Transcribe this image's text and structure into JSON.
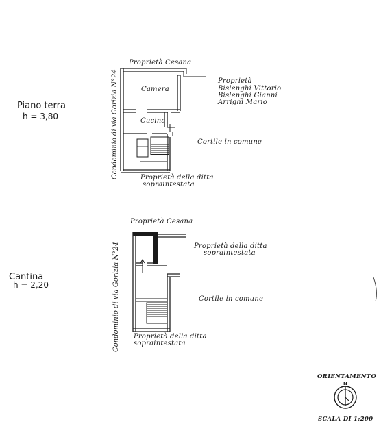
{
  "ground_floor": {
    "title": "Piano terra",
    "height": "h = 3,80",
    "top_label": "Proprietà Cesana",
    "side_label": "Condominio di via Gorizia N°24",
    "room_camera": "Camera",
    "room_cucina": "Cucina",
    "owners_title": "Proprietà",
    "owners": [
      "Bislenghi Vittorio",
      "Bislenghi Gianni",
      "Arrighi Mario"
    ],
    "courtyard": "Cortile in comune",
    "bottom_label_1": "Proprietà della ditta",
    "bottom_label_2": "sopraintestata"
  },
  "basement": {
    "title": "Cantina",
    "height": "h = 2,20",
    "top_label": "Proprietà Cesana",
    "side_label": "Condominio di via Gorizia N°24",
    "right_label_1": "Proprietà della ditta",
    "right_label_2": "sopraintestata",
    "courtyard": "Cortile in comune",
    "bottom_label_1": "Proprietà della ditta",
    "bottom_label_2": "sopraintestata"
  },
  "legend": {
    "orientation": "ORIENTAMENTO",
    "north": "N",
    "scale": "SCALA DI 1:200"
  }
}
